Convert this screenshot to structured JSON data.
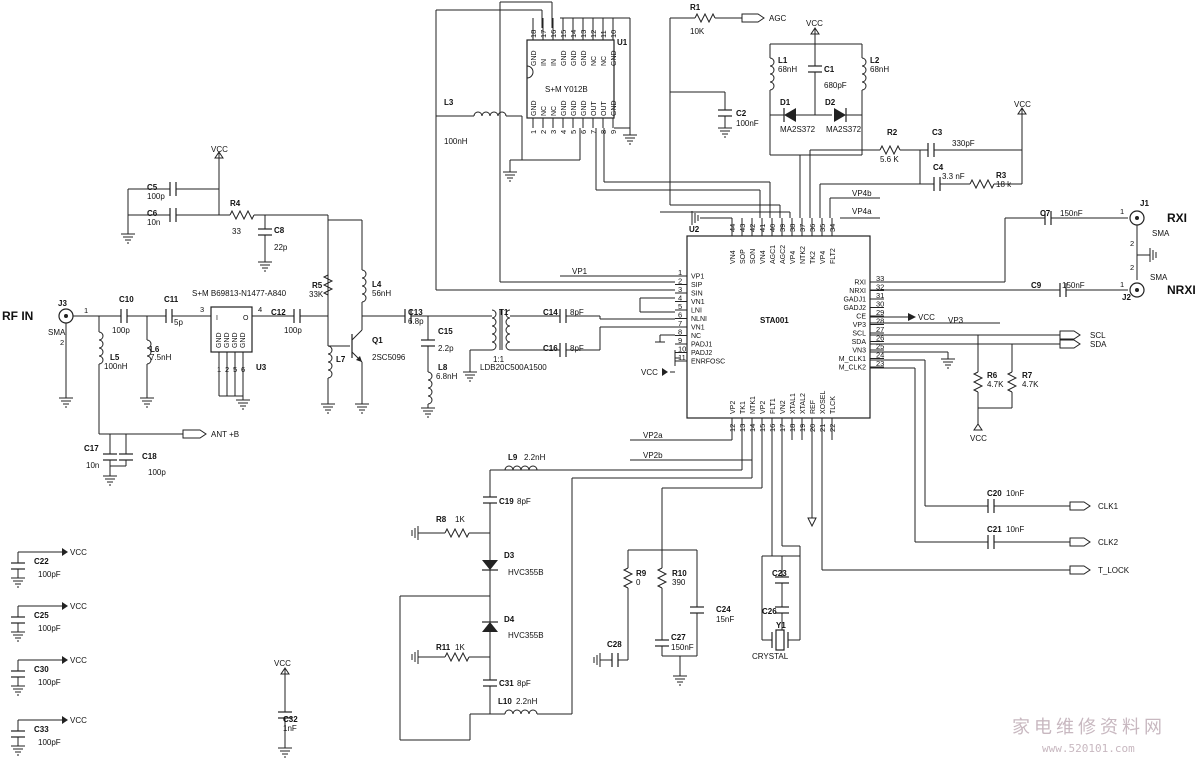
{
  "components": {
    "R1": {
      "ref": "R1",
      "value": "10K"
    },
    "R2": {
      "ref": "R2",
      "value": "5.6 K"
    },
    "R3": {
      "ref": "R3",
      "value": "18 k"
    },
    "R4": {
      "ref": "R4",
      "value": "33"
    },
    "R5": {
      "ref": "R5",
      "value": "33K"
    },
    "R6": {
      "ref": "R6",
      "value": "4.7K"
    },
    "R7": {
      "ref": "R7",
      "value": "4.7K"
    },
    "R8": {
      "ref": "R8",
      "value": "1K"
    },
    "R9": {
      "ref": "R9",
      "value": "0"
    },
    "R10": {
      "ref": "R10",
      "value": "390"
    },
    "R11": {
      "ref": "R11",
      "value": "1K"
    },
    "L1": {
      "ref": "L1",
      "value": "68nH"
    },
    "L2": {
      "ref": "L2",
      "value": "68nH"
    },
    "L3": {
      "ref": "L3",
      "value": "100nH"
    },
    "L4": {
      "ref": "L4",
      "value": "56nH"
    },
    "L5": {
      "ref": "L5",
      "value": "100nH"
    },
    "L6": {
      "ref": "L6",
      "value": "7.5nH"
    },
    "L7": {
      "ref": "L7",
      "value": ""
    },
    "L8": {
      "ref": "L8",
      "value": "6.8nH"
    },
    "L9": {
      "ref": "L9",
      "value": "2.2nH"
    },
    "L10": {
      "ref": "L10",
      "value": "2.2nH"
    },
    "C1": {
      "ref": "C1",
      "value": "680pF"
    },
    "C2": {
      "ref": "C2",
      "value": "100nF"
    },
    "C3": {
      "ref": "C3",
      "value": "330pF"
    },
    "C4": {
      "ref": "C4",
      "value": "3.3 nF"
    },
    "C5": {
      "ref": "C5",
      "value": "100p"
    },
    "C6": {
      "ref": "C6",
      "value": "10n"
    },
    "C7": {
      "ref": "C7",
      "value": "150nF"
    },
    "C8": {
      "ref": "C8",
      "value": "22p"
    },
    "C9": {
      "ref": "C9",
      "value": "150nF"
    },
    "C10": {
      "ref": "C10",
      "value": "100p"
    },
    "C11": {
      "ref": "C11",
      "value": "5p"
    },
    "C12": {
      "ref": "C12",
      "value": "100p"
    },
    "C13": {
      "ref": "C13",
      "value": "6.8p"
    },
    "C14": {
      "ref": "C14",
      "value": "8pF"
    },
    "C15": {
      "ref": "C15",
      "value": "2.2p"
    },
    "C16": {
      "ref": "C16",
      "value": "8pF"
    },
    "C17": {
      "ref": "C17",
      "value": "10n"
    },
    "C18": {
      "ref": "C18",
      "value": "100p"
    },
    "C19": {
      "ref": "C19",
      "value": "8pF"
    },
    "C20": {
      "ref": "C20",
      "value": "10nF"
    },
    "C21": {
      "ref": "C21",
      "value": "10nF"
    },
    "C22": {
      "ref": "C22",
      "value": "100pF"
    },
    "C23": {
      "ref": "C23",
      "value": ""
    },
    "C24": {
      "ref": "C24",
      "value": "15nF"
    },
    "C25": {
      "ref": "C25",
      "value": "100pF"
    },
    "C26": {
      "ref": "C26",
      "value": ""
    },
    "C27": {
      "ref": "C27",
      "value": "150nF"
    },
    "C28": {
      "ref": "C28",
      "value": ""
    },
    "C30": {
      "ref": "C30",
      "value": "100pF"
    },
    "C31": {
      "ref": "C31",
      "value": "8pF"
    },
    "C32": {
      "ref": "C32",
      "value": "1nF"
    },
    "C33": {
      "ref": "C33",
      "value": "100pF"
    },
    "D1": {
      "ref": "D1",
      "value": "MA2S372"
    },
    "D2": {
      "ref": "D2",
      "value": "MA2S372"
    },
    "D3": {
      "ref": "D3",
      "value": "HVC355B"
    },
    "D4": {
      "ref": "D4",
      "value": "HVC355B"
    },
    "Q1": {
      "ref": "Q1",
      "value": "2SC5096"
    },
    "T1": {
      "ref": "T1",
      "value": "LDB20C500A1500",
      "ratio": "1:1"
    },
    "Y1": {
      "ref": "Y1",
      "value": "CRYSTAL"
    },
    "J1": {
      "ref": "J1",
      "value": "SMA"
    },
    "J2": {
      "ref": "J2",
      "value": "SMA"
    },
    "J3": {
      "ref": "J3",
      "value": "SMA"
    }
  },
  "U1": {
    "ref": "U1",
    "name": "S+M Y012B",
    "top_pins": [
      {
        "num": "18",
        "name": "GND"
      },
      {
        "num": "17",
        "name": "IN"
      },
      {
        "num": "16",
        "name": "IN"
      },
      {
        "num": "15",
        "name": "GND"
      },
      {
        "num": "14",
        "name": "GND"
      },
      {
        "num": "13",
        "name": "GND"
      },
      {
        "num": "12",
        "name": "NC"
      },
      {
        "num": "11",
        "name": "NC"
      },
      {
        "num": "10",
        "name": "GND"
      }
    ],
    "bottom_pins": [
      {
        "num": "1",
        "name": "GND"
      },
      {
        "num": "2",
        "name": "NC"
      },
      {
        "num": "3",
        "name": "NC"
      },
      {
        "num": "4",
        "name": "GND"
      },
      {
        "num": "5",
        "name": "GND"
      },
      {
        "num": "6",
        "name": "GND"
      },
      {
        "num": "7",
        "name": "OUT"
      },
      {
        "num": "8",
        "name": "OUT"
      },
      {
        "num": "9",
        "name": "GND"
      }
    ]
  },
  "U2": {
    "ref": "U2",
    "name": "STA001",
    "left_pins": [
      {
        "num": "1",
        "name": "VP1"
      },
      {
        "num": "2",
        "name": "SIP"
      },
      {
        "num": "3",
        "name": "SIN"
      },
      {
        "num": "4",
        "name": "VN1"
      },
      {
        "num": "5",
        "name": "LNI"
      },
      {
        "num": "6",
        "name": "NLNI"
      },
      {
        "num": "7",
        "name": "VN1"
      },
      {
        "num": "8",
        "name": "NC"
      },
      {
        "num": "9",
        "name": "PADJ1"
      },
      {
        "num": "10",
        "name": "PADJ2"
      },
      {
        "num": "11",
        "name": "ENRFOSC"
      }
    ],
    "right_pins": [
      {
        "num": "33",
        "name": "RXI"
      },
      {
        "num": "32",
        "name": "NRXI"
      },
      {
        "num": "31",
        "name": "GADJ1"
      },
      {
        "num": "30",
        "name": "GADJ2"
      },
      {
        "num": "29",
        "name": "CE"
      },
      {
        "num": "28",
        "name": "VP3"
      },
      {
        "num": "27",
        "name": "SCL"
      },
      {
        "num": "26",
        "name": "SDA"
      },
      {
        "num": "25",
        "name": "VN3"
      },
      {
        "num": "24",
        "name": "M_CLK1"
      },
      {
        "num": "23",
        "name": "M_CLK2"
      }
    ],
    "top_pins": [
      {
        "num": "44",
        "name": "VN4"
      },
      {
        "num": "43",
        "name": "SOP"
      },
      {
        "num": "42",
        "name": "SON"
      },
      {
        "num": "41",
        "name": "VN4"
      },
      {
        "num": "40",
        "name": "AGC1"
      },
      {
        "num": "39",
        "name": "AGC2"
      },
      {
        "num": "38",
        "name": "VP4"
      },
      {
        "num": "37",
        "name": "NTK2"
      },
      {
        "num": "36",
        "name": "TK2"
      },
      {
        "num": "35",
        "name": "VP4"
      },
      {
        "num": "34",
        "name": "FLT2"
      }
    ],
    "bottom_pins": [
      {
        "num": "12",
        "name": "VP2"
      },
      {
        "num": "13",
        "name": "TK1"
      },
      {
        "num": "14",
        "name": "NTK1"
      },
      {
        "num": "15",
        "name": "VP2"
      },
      {
        "num": "16",
        "name": "FLT1"
      },
      {
        "num": "17",
        "name": "VN2"
      },
      {
        "num": "18",
        "name": "XTAL1"
      },
      {
        "num": "19",
        "name": "XTAL2"
      },
      {
        "num": "20",
        "name": "REF"
      },
      {
        "num": "21",
        "name": "XOSEL"
      },
      {
        "num": "22",
        "name": "TLCK"
      }
    ]
  },
  "U3": {
    "ref": "U3",
    "name": "S+M B69813-N1477-A840",
    "pin_in": "I",
    "pin_out": "O",
    "gnd": "GND",
    "in_num": "3",
    "out_num": "4",
    "gnd_nums": [
      "1",
      "2",
      "5",
      "6"
    ]
  },
  "nets": {
    "rf_in": "RF IN",
    "agc": "AGC",
    "vcc": "VCC",
    "ant_b": "ANT +B",
    "rxi": "RXI",
    "nrxi": "NRXI",
    "scl": "SCL",
    "sda": "SDA",
    "clk1": "CLK1",
    "clk2": "CLK2",
    "t_lock": "T_LOCK",
    "vp1": "VP1",
    "vp2a": "VP2a",
    "vp2b": "VP2b",
    "vp3": "VP3",
    "vp4a": "VP4a",
    "vp4b": "VP4b"
  },
  "connector_pins": {
    "p1": "1",
    "p2": "2"
  },
  "watermark": {
    "cn": "家电维修资料网",
    "url": "www.520101.com"
  }
}
